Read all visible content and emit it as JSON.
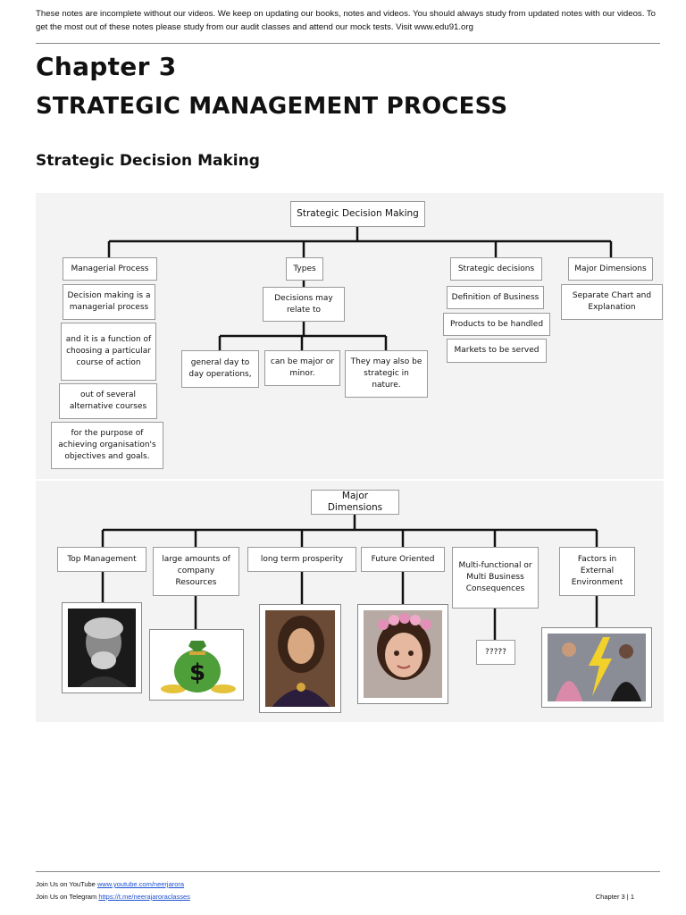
{
  "header": {
    "notice": "These notes are incomplete without our videos. We keep on updating our books, notes and videos. You should always study from updated notes with our videos. To get the most out of these notes please study from our audit classes and attend our mock tests. Visit www.edu91.org"
  },
  "chapter": "Chapter 3",
  "title": "STRATEGIC MANAGEMENT PROCESS",
  "section": "Strategic Decision Making",
  "chart1": {
    "root": "Strategic Decision Making",
    "branches": {
      "managerial": "Managerial Process",
      "types": "Types",
      "strategic": "Strategic decisions",
      "major": "Major Dimensions"
    },
    "managerial_items": [
      "Decision making is a managerial process",
      "and it is a function of choosing a particular course of action",
      "out of several alternative courses",
      "for the purpose of achieving organisation's objectives and goals."
    ],
    "types_intro": "Decisions may relate to",
    "types_items": [
      "general day to day operations,",
      "can be major or minor.",
      "They may also be strategic in nature."
    ],
    "strategic_items": [
      "Definition of Business",
      "Products to be handled",
      "Markets to be served"
    ],
    "major_item": "Separate Chart and Explanation"
  },
  "chart2": {
    "root": "Major Dimensions",
    "items": [
      "Top Management",
      "large amounts of company Resources",
      "long term prosperity",
      "Future Oriented",
      "Multi-functional or Multi Business Consequences",
      "Factors in External Environment"
    ],
    "unknown": "?????",
    "money_symbol": "$"
  },
  "footer": {
    "youtube_label": "Join Us on YouTube ",
    "youtube_link": "www.youtube.com/neerjarora",
    "telegram_label": "Join Us on Telegram ",
    "telegram_link": "https://t.me/neerajaroraclasses",
    "page": "Chapter 3 |  1"
  }
}
